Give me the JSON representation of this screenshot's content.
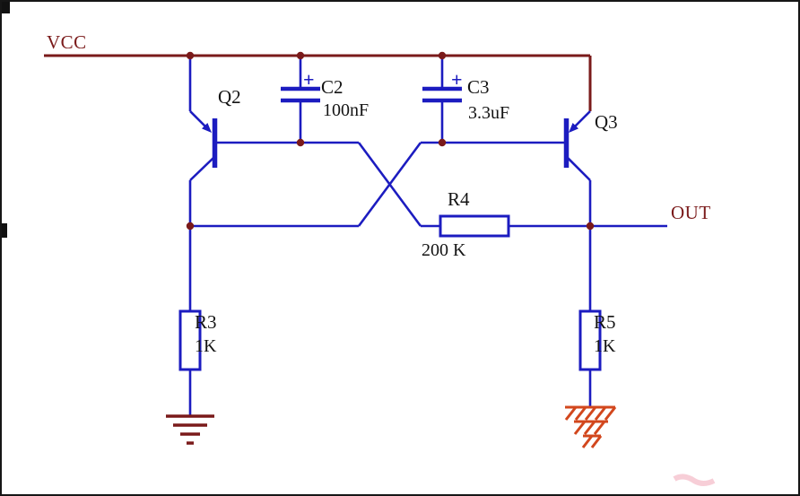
{
  "nets": {
    "vcc": "VCC",
    "out": "OUT"
  },
  "components": {
    "q2": {
      "ref": "Q2"
    },
    "q3": {
      "ref": "Q3"
    },
    "c2": {
      "ref": "C2",
      "value": "100nF",
      "polarity": "+"
    },
    "c3": {
      "ref": "C3",
      "value": "3.3uF",
      "polarity": "+"
    },
    "r3": {
      "ref": "R3",
      "value": "1K"
    },
    "r4": {
      "ref": "R4",
      "value": "200 K"
    },
    "r5": {
      "ref": "R5",
      "value": "1K"
    }
  },
  "colors": {
    "wire": "#1c1cc0",
    "power_rail": "#7a1a1a",
    "label_text": "#141414",
    "ground_left": "#7a1a1a",
    "ground_right": "#d2471d",
    "background": "#ffffff"
  }
}
